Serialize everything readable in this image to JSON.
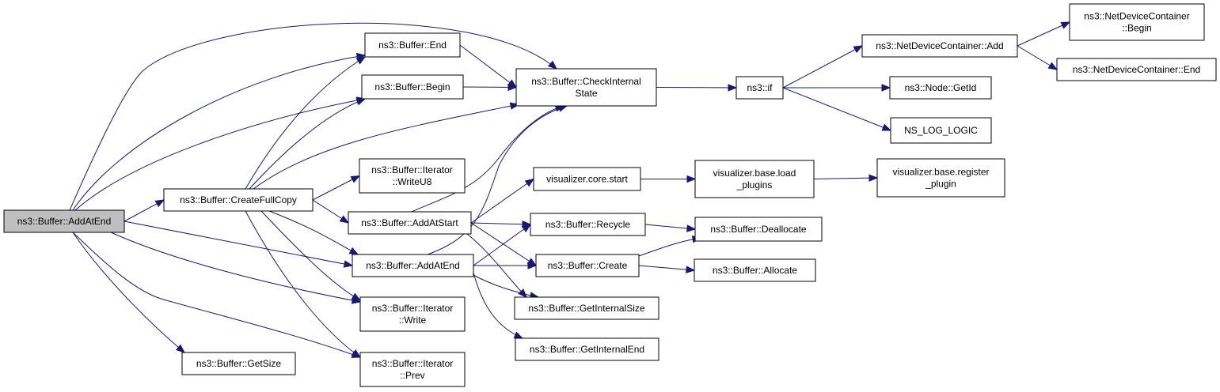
{
  "graph": {
    "nodes": [
      {
        "id": "addatend_root",
        "lines": [
          "ns3::Buffer::AddAtEnd"
        ],
        "highlight": true
      },
      {
        "id": "createfullcopy",
        "lines": [
          "ns3::Buffer::CreateFullCopy"
        ]
      },
      {
        "id": "getsize",
        "lines": [
          "ns3::Buffer::GetSize"
        ]
      },
      {
        "id": "end",
        "lines": [
          "ns3::Buffer::End"
        ]
      },
      {
        "id": "begin",
        "lines": [
          "ns3::Buffer::Begin"
        ]
      },
      {
        "id": "writeu8",
        "lines": [
          "ns3::Buffer::Iterator",
          "::WriteU8"
        ]
      },
      {
        "id": "addatstart",
        "lines": [
          "ns3::Buffer::AddAtStart"
        ]
      },
      {
        "id": "addatend",
        "lines": [
          "ns3::Buffer::AddAtEnd"
        ]
      },
      {
        "id": "write",
        "lines": [
          "ns3::Buffer::Iterator",
          "::Write"
        ]
      },
      {
        "id": "prev",
        "lines": [
          "ns3::Buffer::Iterator",
          "::Prev"
        ]
      },
      {
        "id": "checkinternal",
        "lines": [
          "ns3::Buffer::CheckInternal",
          "State"
        ]
      },
      {
        "id": "corestart",
        "lines": [
          "visualizer.core.start"
        ]
      },
      {
        "id": "recycle",
        "lines": [
          "ns3::Buffer::Recycle"
        ]
      },
      {
        "id": "create",
        "lines": [
          "ns3::Buffer::Create"
        ]
      },
      {
        "id": "getinternalsize",
        "lines": [
          "ns3::Buffer::GetInternalSize"
        ]
      },
      {
        "id": "getinternalend",
        "lines": [
          "ns3::Buffer::GetInternalEnd"
        ]
      },
      {
        "id": "if",
        "lines": [
          "ns3::if"
        ]
      },
      {
        "id": "loadplugins",
        "lines": [
          "visualizer.base.load",
          "_plugins"
        ]
      },
      {
        "id": "deallocate",
        "lines": [
          "ns3::Buffer::Deallocate"
        ]
      },
      {
        "id": "allocate",
        "lines": [
          "ns3::Buffer::Allocate"
        ]
      },
      {
        "id": "ndcadd",
        "lines": [
          "ns3::NetDeviceContainer::Add"
        ]
      },
      {
        "id": "nodegetid",
        "lines": [
          "ns3::Node::GetId"
        ]
      },
      {
        "id": "nslog",
        "lines": [
          "NS_LOG_LOGIC"
        ]
      },
      {
        "id": "registerplugin",
        "lines": [
          "visualizer.base.register",
          "_plugin"
        ]
      },
      {
        "id": "ndcbegin",
        "lines": [
          "ns3::NetDeviceContainer",
          "::Begin"
        ]
      },
      {
        "id": "ndcend",
        "lines": [
          "ns3::NetDeviceContainer::End"
        ]
      }
    ],
    "edges": [
      {
        "from": "addatend_root",
        "to": "createfullcopy"
      },
      {
        "from": "addatend_root",
        "to": "end"
      },
      {
        "from": "addatend_root",
        "to": "begin"
      },
      {
        "from": "addatend_root",
        "to": "checkinternal"
      },
      {
        "from": "addatend_root",
        "to": "addatend"
      },
      {
        "from": "addatend_root",
        "to": "write"
      },
      {
        "from": "addatend_root",
        "to": "getsize"
      },
      {
        "from": "addatend_root",
        "to": "prev"
      },
      {
        "from": "createfullcopy",
        "to": "end"
      },
      {
        "from": "createfullcopy",
        "to": "begin"
      },
      {
        "from": "createfullcopy",
        "to": "checkinternal"
      },
      {
        "from": "createfullcopy",
        "to": "writeu8"
      },
      {
        "from": "createfullcopy",
        "to": "addatstart"
      },
      {
        "from": "createfullcopy",
        "to": "addatend"
      },
      {
        "from": "createfullcopy",
        "to": "write"
      },
      {
        "from": "createfullcopy",
        "to": "prev"
      },
      {
        "from": "end",
        "to": "checkinternal"
      },
      {
        "from": "begin",
        "to": "checkinternal"
      },
      {
        "from": "addatstart",
        "to": "checkinternal"
      },
      {
        "from": "addatstart",
        "to": "corestart"
      },
      {
        "from": "addatstart",
        "to": "recycle"
      },
      {
        "from": "addatstart",
        "to": "create"
      },
      {
        "from": "addatstart",
        "to": "getinternalsize"
      },
      {
        "from": "addatend",
        "to": "checkinternal"
      },
      {
        "from": "addatend",
        "to": "recycle"
      },
      {
        "from": "addatend",
        "to": "create"
      },
      {
        "from": "addatend",
        "to": "getinternalsize"
      },
      {
        "from": "addatend",
        "to": "getinternalend"
      },
      {
        "from": "checkinternal",
        "to": "if"
      },
      {
        "from": "corestart",
        "to": "loadplugins"
      },
      {
        "from": "loadplugins",
        "to": "registerplugin"
      },
      {
        "from": "recycle",
        "to": "deallocate"
      },
      {
        "from": "create",
        "to": "deallocate"
      },
      {
        "from": "create",
        "to": "allocate"
      },
      {
        "from": "if",
        "to": "ndcadd"
      },
      {
        "from": "if",
        "to": "nodegetid"
      },
      {
        "from": "if",
        "to": "nslog"
      },
      {
        "from": "ndcadd",
        "to": "ndcbegin"
      },
      {
        "from": "ndcadd",
        "to": "ndcend"
      }
    ]
  }
}
